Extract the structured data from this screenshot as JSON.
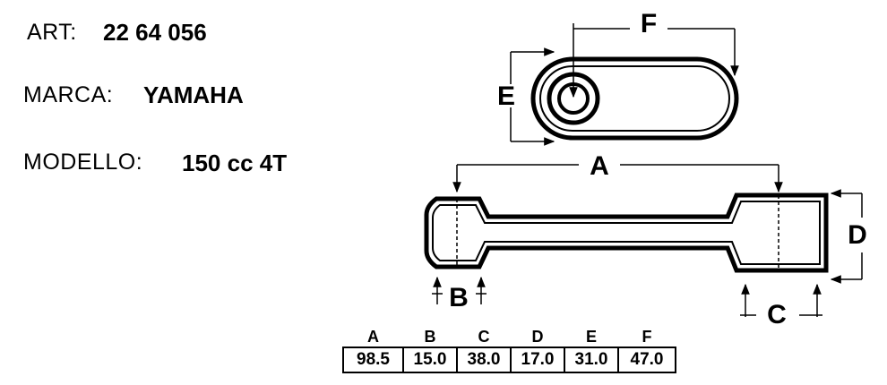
{
  "info": {
    "art_label": "ART:",
    "art_value": "22 64 056",
    "marca_label": "MARCA:",
    "marca_value": "YAMAHA",
    "modello_label": "MODELLO:",
    "modello_value": "150 cc 4T"
  },
  "diagram": {
    "dim_labels": {
      "a": "A",
      "b": "B",
      "c": "C",
      "d": "D",
      "e": "E",
      "f": "F"
    }
  },
  "dimensions_table": {
    "headers": [
      "A",
      "B",
      "C",
      "D",
      "E",
      "F"
    ],
    "values": [
      "98.5",
      "15.0",
      "38.0",
      "17.0",
      "31.0",
      "47.0"
    ]
  },
  "colors": {
    "ink": "#000000",
    "background": "#ffffff"
  }
}
